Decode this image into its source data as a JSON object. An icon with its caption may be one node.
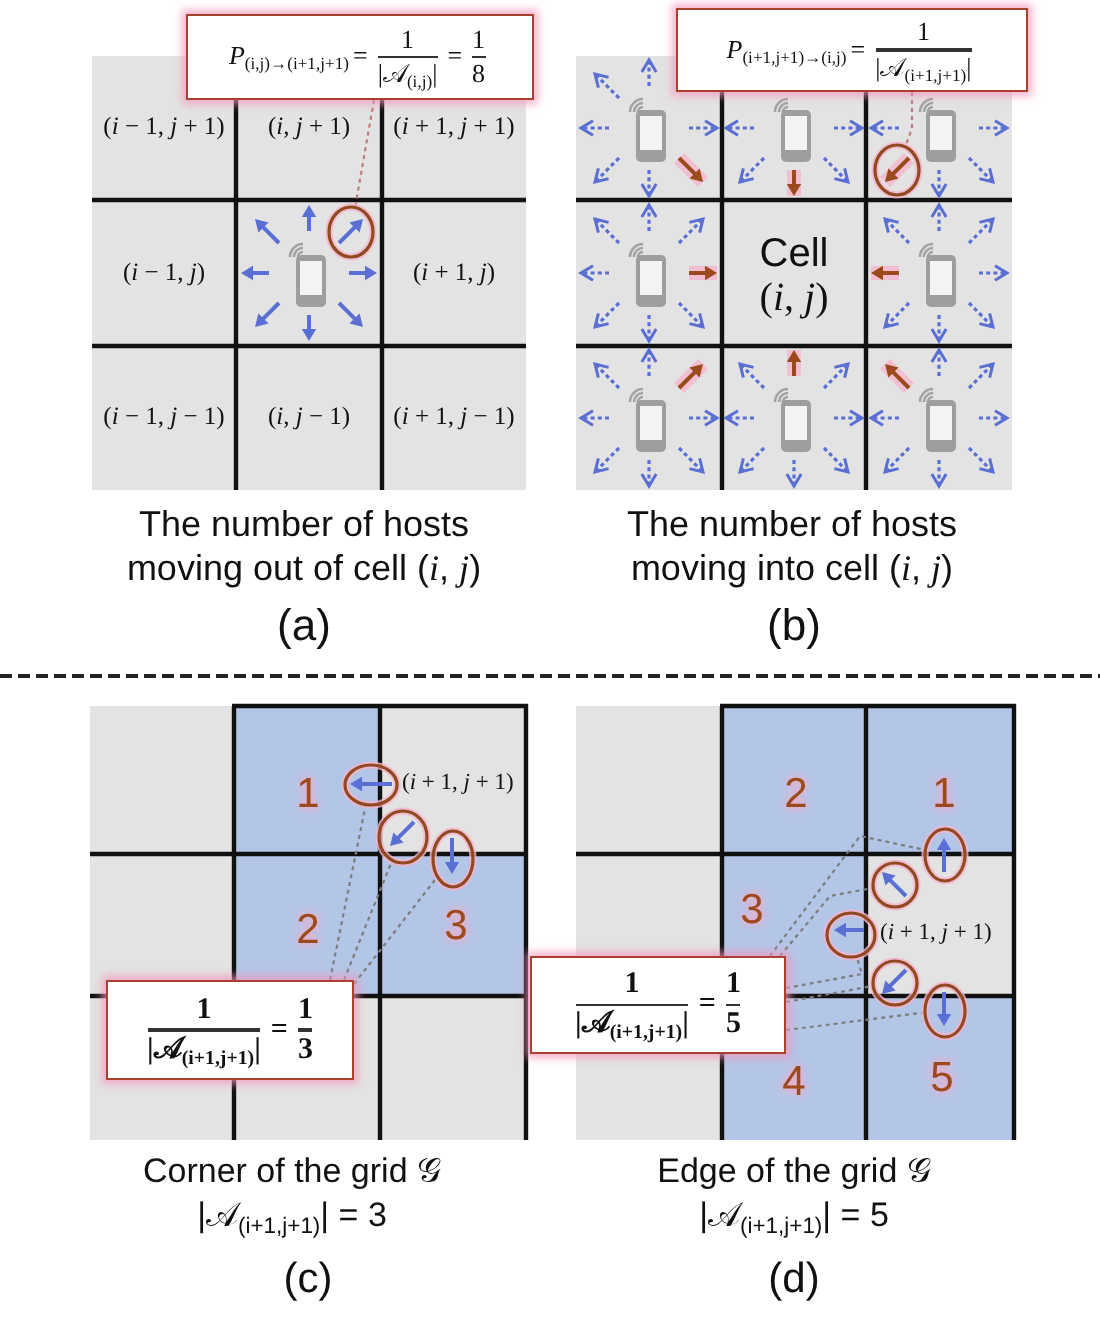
{
  "diagram": {
    "nodes": [
      {
        "text": [
          "*P*$_{(i,j)→(i+1,j+1)}$",
          "=",
          "1",
          "|𝒜$_{(i,j)}$|",
          "=",
          "1",
          "8"
        ]
      },
      {
        "text": [],
        "shape": "ellipse"
      },
      {
        "text": [
          "*P*$_{(i+1,j+1)→(i,j)}$",
          "=",
          "1",
          "|𝒜$_{(i+1,j+1)}$|"
        ]
      },
      {
        "text": [],
        "shape": "ellipse"
      },
      {
        "text": [],
        "shape": "ellipse"
      },
      {
        "text": [],
        "shape": "ellipse"
      },
      {
        "text": [],
        "shape": "ellipse"
      },
      {
        "text": [
          "1",
          "|𝒜$_{(i+1,j+1)}$|",
          "=",
          "1",
          "3"
        ]
      },
      {
        "text": [],
        "shape": "ellipse"
      },
      {
        "text": [],
        "shape": "ellipse"
      },
      {
        "text": [],
        "shape": "ellipse"
      },
      {
        "text": [],
        "shape": "ellipse"
      },
      {
        "text": [],
        "shape": "ellipse"
      },
      {
        "text": [
          "1",
          "|𝒜$_{(i+1,j+1)}$|",
          "=",
          "1",
          "5"
        ]
      }
    ],
    "edges": [
      {
        "from": 0,
        "to": 1,
        "arrow": "none",
        "style": "dashed",
        "color": "#c27b7b"
      },
      {
        "from": 2,
        "to": 3,
        "arrow": "none",
        "style": "dashed",
        "color": "#c27b7b"
      },
      {
        "from": 7,
        "to": 4,
        "arrow": "none",
        "style": "dashed"
      },
      {
        "from": 7,
        "to": 5,
        "arrow": "none",
        "style": "dashed"
      },
      {
        "from": 7,
        "to": 6,
        "arrow": "none",
        "style": "dashed"
      },
      {
        "from": 13,
        "to": 8,
        "arrow": "none",
        "style": "dashed"
      },
      {
        "from": 13,
        "to": 9,
        "arrow": "none",
        "style": "dashed"
      },
      {
        "from": 13,
        "to": 10,
        "arrow": "none",
        "style": "dashed"
      },
      {
        "from": 13,
        "to": 11,
        "arrow": "none",
        "style": "dashed"
      },
      {
        "from": 13,
        "to": 12,
        "arrow": "none",
        "style": "dashed"
      }
    ],
    "labels": [
      "(*i* − 1, *j* + 1)",
      "(*i*, *j* + 1)",
      "(*i* + 1, *j* + 1)",
      "(*i* − 1, *j*)",
      "(*i* + 1, *j*)",
      "(*i* − 1, *j* − 1)",
      "(*i*, *j* − 1)",
      "(*i* + 1, *j* − 1)",
      "The number of hosts moving out of cell (*i*, *j*)",
      "(a)",
      "Cell",
      "(*i*, *j*)",
      "The number of hosts moving into cell (*i*, *j*)",
      "(b)",
      "1",
      "(*i* + 1, *j* + 1)",
      "2",
      "3",
      "Corner of the grid 𝒢",
      "|𝒜$_{(i+1,j+1)}$| = 3",
      "(c)",
      "2",
      "1",
      "3",
      "(*i* + 1, *j* + 1)",
      "4",
      "5",
      "Edge of the grid 𝒢",
      "|𝒜$_{(i+1,j+1)}$| = 5",
      "(d)"
    ]
  }
}
